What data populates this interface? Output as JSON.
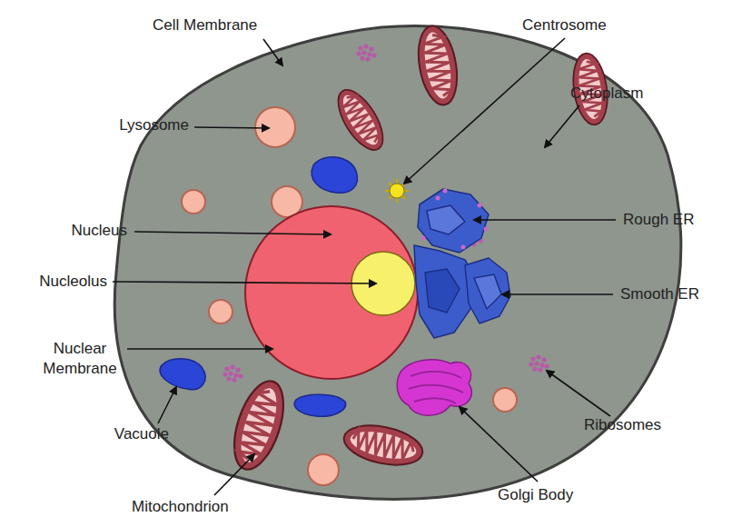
{
  "diagram": {
    "labels": [
      "Cell Membrane",
      "Centrosome",
      "Cytoplasm",
      "Lysosome",
      "Nucleus",
      "Rough ER",
      "Nucleolus",
      "Smooth ER",
      "Nuclear Membrane",
      "Vacuole",
      "Ribosomes",
      "Golgi Body",
      "Mitochondrion"
    ]
  }
}
